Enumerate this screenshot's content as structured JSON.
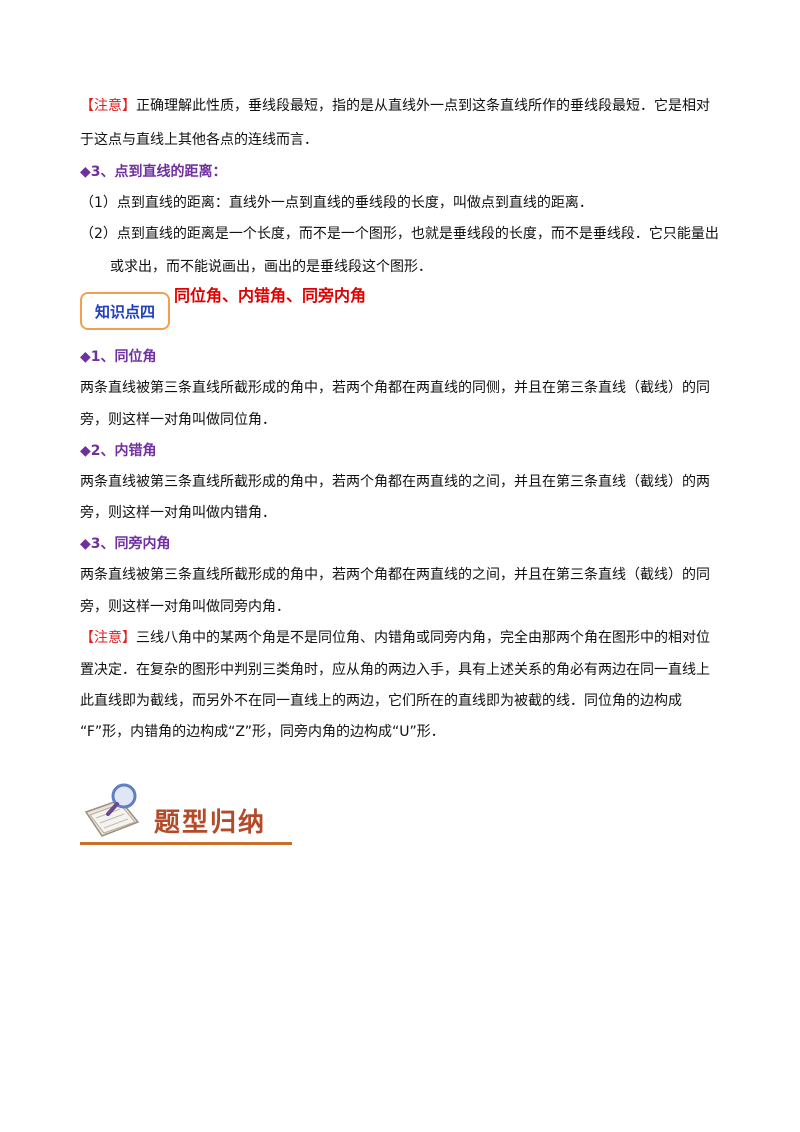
{
  "section1": {
    "note_tag": "【注意】",
    "note_line1": "正确理解此性质，垂线段最短，指的是从直线外一点到这条直线所作的垂线段最短．它是相对",
    "note_line2": "于这点与直线上其他各点的连线而言．"
  },
  "section2": {
    "heading": "◆3、点到直线的距离：",
    "item1": "（1）点到直线的距离：直线外一点到直线的垂线段的长度，叫做点到直线的距离．",
    "item2_line1": "（2）点到直线的距离是一个长度，而不是一个图形，也就是垂线段的长度，而不是垂线段．它只能量出",
    "item2_line2": "或求出，而不能说画出，画出的是垂线段这个图形．"
  },
  "knowledge": {
    "badge": "知识点四",
    "title": "同位角、内错角、同旁内角"
  },
  "corresponding": {
    "heading": "◆1、同位角",
    "line1": "两条直线被第三条直线所截形成的角中，若两个角都在两直线的同侧，并且在第三条直线（截线）的同",
    "line2": "旁，则这样一对角叫做同位角．"
  },
  "alternate": {
    "heading": "◆2、内错角",
    "line1": "两条直线被第三条直线所截形成的角中，若两个角都在两直线的之间，并且在第三条直线（截线）的两",
    "line2": "旁，则这样一对角叫做内错角．"
  },
  "interior": {
    "heading": "◆3、同旁内角",
    "line1": "两条直线被第三条直线所截形成的角中，若两个角都在两直线的之间，并且在第三条直线（截线）的同",
    "line2": "旁，则这样一对角叫做同旁内角．"
  },
  "final_note": {
    "tag": "【注意】",
    "line1": "三线八角中的某两个角是不是同位角、内错角或同旁内角，完全由那两个角在图形中的相对位",
    "line2": "置决定．在复杂的图形中判别三类角时，应从角的两边入手，具有上述关系的角必有两边在同一直线上",
    "line3": "此直线即为截线，而另外不在同一直线上的两边，它们所在的直线即为被截的线．同位角的边构成",
    "line4": "“F”形，内错角的边构成“Z”形，同旁内角的边构成“U”形．"
  },
  "banner": {
    "title": "题型归纳",
    "icon": "notebook-magnifier-icon"
  }
}
